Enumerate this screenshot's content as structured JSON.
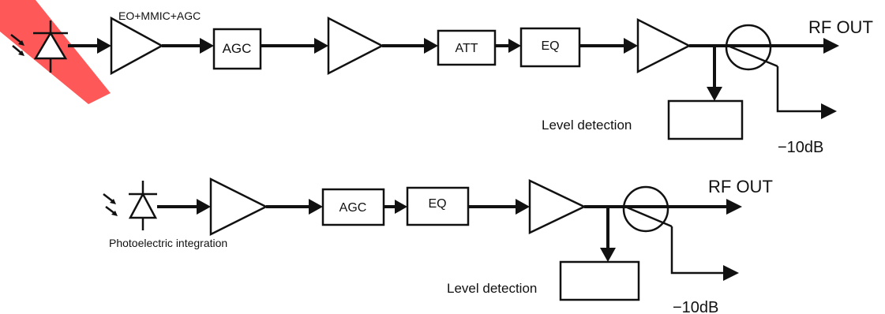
{
  "diagram": {
    "chain_1": {
      "header_label": "EO+MMIC+AGC",
      "blocks": [
        "AGC",
        "ATT",
        "EQ"
      ],
      "rf_out_label": "RF OUT",
      "level_detection_label": "Level detection",
      "tap_output_label": "−10dB"
    },
    "chain_2": {
      "photodiode_label": "Photoelectric integration",
      "blocks": [
        "AGC",
        "EQ"
      ],
      "rf_out_label": "RF OUT",
      "level_detection_label": "Level detection",
      "tap_output_label": "−10dB"
    }
  },
  "colors": {
    "line": "#111111",
    "background": "#ffffff",
    "watermark": "#ff3b3b"
  }
}
